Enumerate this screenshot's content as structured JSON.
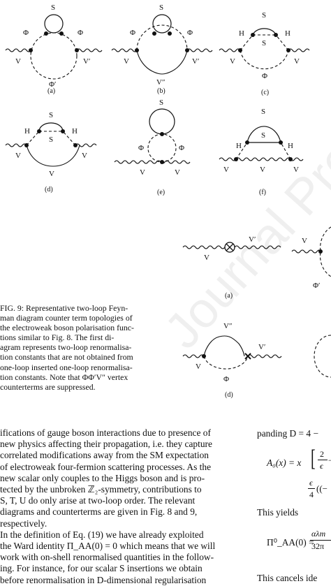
{
  "diagram_labels": {
    "a": {
      "top": "S",
      "left": "Φ",
      "right": "Φ",
      "v_in": "V",
      "v_out": "V′",
      "bottom": "Φ′",
      "tag": "(a)"
    },
    "b": {
      "top": "S",
      "left": "Φ",
      "right": "Φ",
      "v_in": "V",
      "v_out": "V′",
      "bottom": "V″",
      "tag": "(b)"
    },
    "c": {
      "top": "S",
      "left": "H",
      "right": "H",
      "inner": "S",
      "v_in": "V",
      "v_out": "V",
      "bottom": "Φ",
      "tag": "(c)"
    },
    "d": {
      "top": "S",
      "left": "H",
      "right": "H",
      "inner": "S",
      "v_in": "V",
      "v_out": "V",
      "bottom": "V",
      "tag": "(d)"
    },
    "e": {
      "top": "S",
      "left": "Φ",
      "right": "Φ",
      "v_in": "V",
      "v_mid": "V",
      "tag": "(e)"
    },
    "f": {
      "top": "S",
      "inner": "S",
      "left": "H",
      "right": "H",
      "v_in": "V",
      "v_mid": "V",
      "v_out": "V",
      "tag": "(f)"
    }
  },
  "fig9_labels": {
    "a_left": {
      "v1": "V",
      "v2": "V′",
      "tag": "(a)"
    },
    "a_right": {
      "v": "V",
      "phi": "Φ′"
    },
    "d": {
      "top": "V″",
      "v_in": "V",
      "v_out": "V′",
      "bottom": "Φ",
      "tag": "(d)"
    }
  },
  "caption_lines": [
    "FIG. 9:   Representative two-loop Feyn-",
    "man diagram counter term topologies of",
    "the electroweak boson polarisation func-",
    "tions similar to Fig. 8.   The first di-",
    "agram represents two-loop renormalisa-",
    "tion constants that are not obtained from",
    "one-loop inserted one-loop renormalisa-",
    "tion constants. Note that ΦΦ′V″ vertex",
    "counterterms are suppressed."
  ],
  "body_lines": [
    "ifications of gauge boson interactions due to presence of",
    "new physics affecting their propagation, i.e. they capture",
    "correlated modifications away from the SM expectation",
    "of electroweak four-fermion scattering processes. As the",
    "new scalar only couples to the Higgs boson and is pro-",
    "tected by the unbroken ℤ₂-symmetry, contributions to",
    "S, T, U do only arise at two-loop order.  The relevant",
    "diagrams and counterterms are given in Fig. 8 and 9,",
    "respectively.",
    "    In the definition of Eq. (19) we have already exploited",
    "the Ward identity Π_AA(0) = 0 which means that we will",
    "work with on-shell renormalised quantities in the follow-",
    "ing.  For instance, for our scalar S insertions we obtain",
    "before renormalisation in D-dimensional regularisation"
  ],
  "right_column": {
    "expanding": "panding D = 4 −",
    "a0_lhs": "A₀(x) = x",
    "a0_frac_num": "2",
    "a0_frac_den": "ϵ",
    "a0_minus": "−",
    "a0_line2": "ϵ",
    "a0_line2_den": "4",
    "a0_line2_rest": "((−",
    "yields": "This yields",
    "pi_lhs": "Π⁰_AA(0) =",
    "pi_num": "αλm",
    "pi_den": "32π",
    "cancels": "This cancels ide"
  },
  "watermark": "Journal Pre-proof"
}
